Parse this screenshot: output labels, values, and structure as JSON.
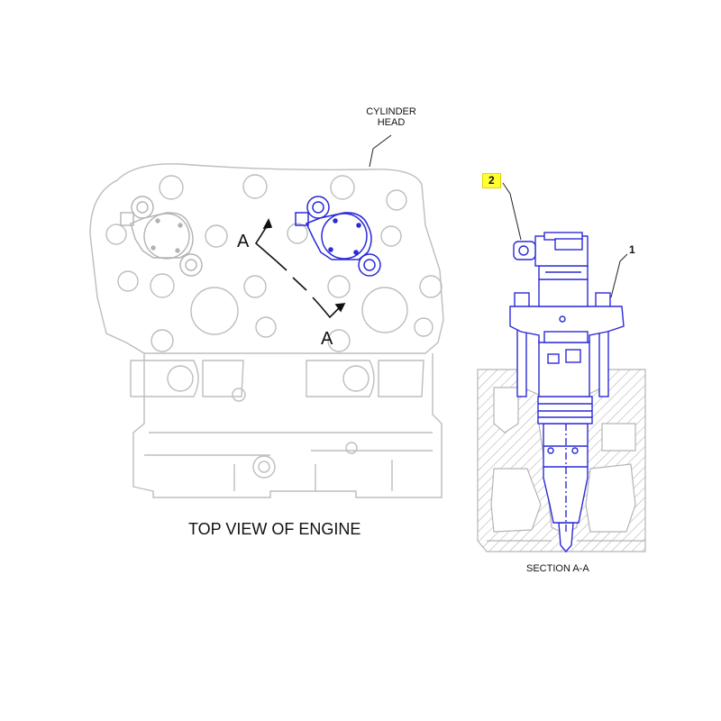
{
  "labels": {
    "cylinder_head_line1": "CYLINDER",
    "cylinder_head_line2": "HEAD",
    "top_view_title": "TOP VIEW OF ENGINE",
    "section_title": "SECTION A-A",
    "section_marker_upper": "A",
    "section_marker_lower": "A",
    "callout_1": "1",
    "callout_2": "2"
  },
  "colors": {
    "line_gray": "#b9b9b9",
    "line_dark": "#222222",
    "highlight_blue": "#2a2ad8",
    "callout_highlight": "#ffff33"
  }
}
